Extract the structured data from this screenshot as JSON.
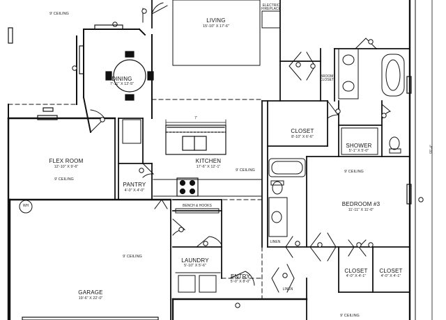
{
  "rooms": {
    "living": {
      "name": "LIVING",
      "dims": "15'-10\" X 17'-6\""
    },
    "dining": {
      "name": "DINING",
      "dims": "7'-11\" X 12'-5\""
    },
    "kitchen": {
      "name": "KITCHEN",
      "dims": "17'-6\" X 12'-1\""
    },
    "flex_room": {
      "name": "FLEX ROOM",
      "dims": "12'-10\" X 9'-6\""
    },
    "pantry": {
      "name": "PANTRY",
      "dims": "4'-0\" X 4'-0\""
    },
    "closet_main": {
      "name": "CLOSET",
      "dims": "8'-10\" X 6'-6\""
    },
    "shower": {
      "name": "SHOWER",
      "dims": "5'-1\" X 5'-0\""
    },
    "bedroom3": {
      "name": "BEDROOM #3",
      "dims": "11'-11\" X 11'-0\""
    },
    "laundry": {
      "name": "LAUNDRY",
      "dims": "5'-10\" X 5'-6\""
    },
    "garage": {
      "name": "GARAGE",
      "dims": "19'-6\" X 22'-0\""
    },
    "entry": {
      "name": "ENTRY",
      "dims": "5'-0\" X 8'-0\""
    },
    "closet_a": {
      "name": "CLOSET",
      "dims": "4'-0\" X 4'-1\""
    },
    "closet_b": {
      "name": "CLOSET",
      "dims": "4'-0\" X 4'-1\""
    }
  },
  "ceiling_labels": {
    "top_left": "9' CEILING",
    "flex": "9' CEILING",
    "kitchen": "9' CEILING",
    "bedroom3": "9' CEILING",
    "garage": "9' CEILING",
    "bottom_right": "9' CEILING"
  },
  "small_labels": {
    "electric_fireplace": "ELECTRIC\nFIREPLACE",
    "broom_closet": "BROOM\nCLOSET",
    "bench_hooks": "BENCH & HOOKS",
    "linen_bath": "LINEN",
    "linen_entry": "LINEN",
    "water_heater": "WH",
    "island_dim": "7'",
    "side_dim": "55'-4\""
  }
}
